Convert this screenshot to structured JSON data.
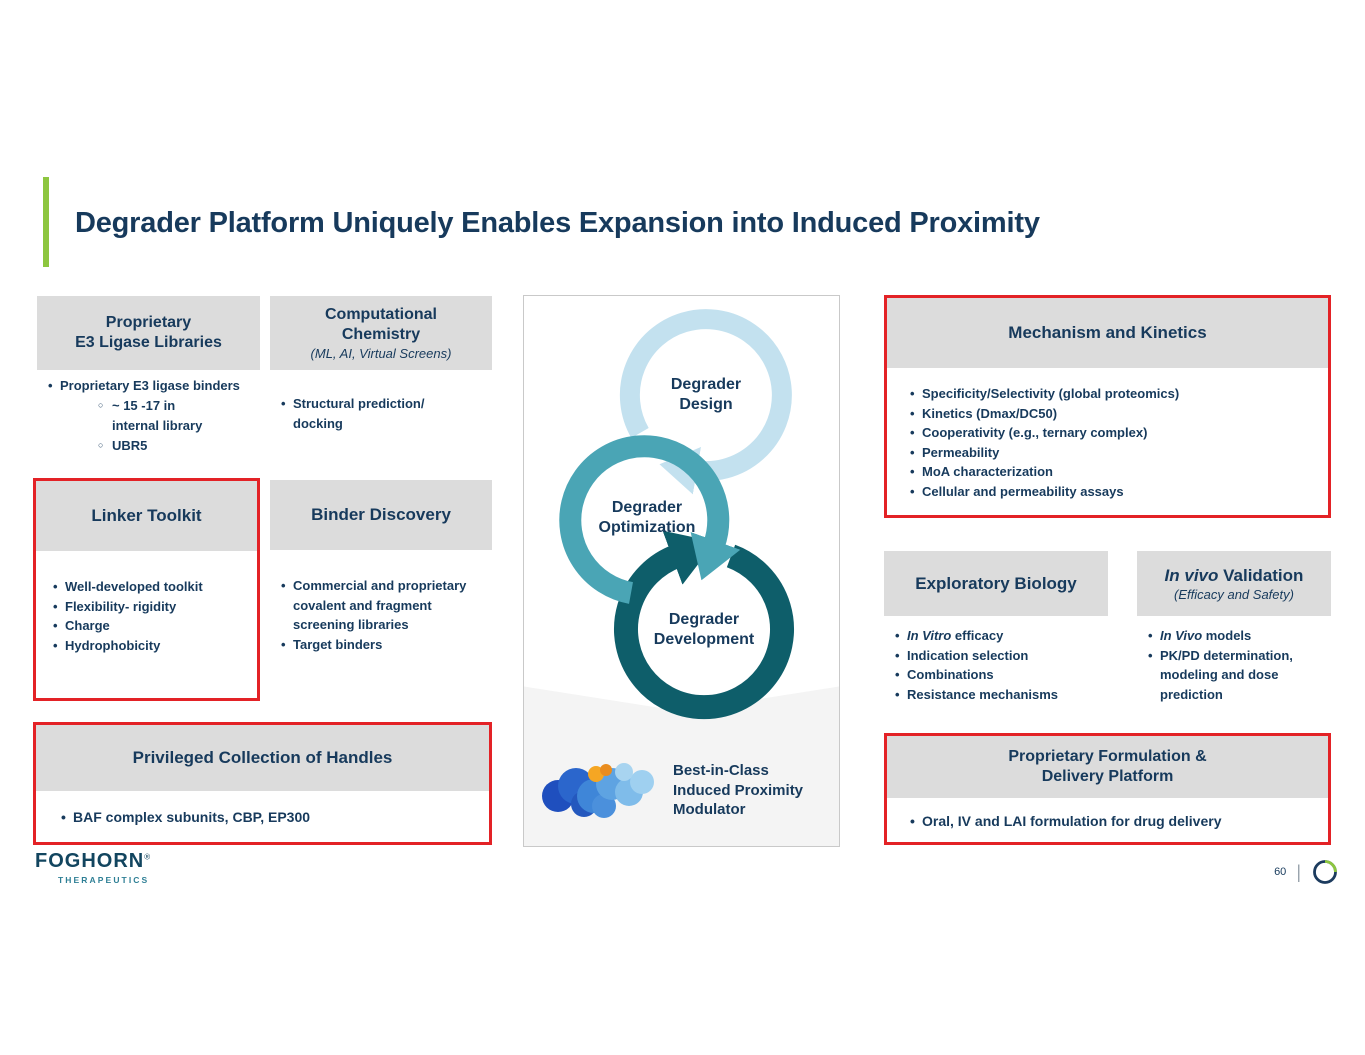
{
  "title": "Degrader Platform Uniquely Enables Expansion into Induced Proximity",
  "left_column": {
    "e3_libraries": {
      "header": "Proprietary\nE3 Ligase Libraries",
      "bullet": "Proprietary E3 ligase binders",
      "sub_bullets": [
        "~ 15 -17 in internal library",
        "UBR5"
      ]
    },
    "computational_chemistry": {
      "header": "Computational\nChemistry",
      "subheader": "(ML, AI, Virtual Screens)",
      "bullet": "Structural prediction/ docking"
    },
    "linker_toolkit": {
      "header": "Linker Toolkit",
      "bullets": [
        "Well-developed toolkit",
        "Flexibility- rigidity",
        "Charge",
        "Hydrophobicity"
      ]
    },
    "binder_discovery": {
      "header": "Binder Discovery",
      "bullets": [
        "Commercial and proprietary covalent and fragment screening libraries",
        "Target binders"
      ]
    },
    "privileged_handles": {
      "header": "Privileged Collection of Handles",
      "bullet": "BAF complex subunits, CBP, EP300"
    }
  },
  "center": {
    "steps": {
      "design": "Degrader\nDesign",
      "optimization": "Degrader\nOptimization",
      "development": "Degrader\nDevelopment"
    },
    "caption": "Best-in-Class\nInduced Proximity\nModulator"
  },
  "right_column": {
    "mechanism_kinetics": {
      "header": "Mechanism and Kinetics",
      "bullets": [
        "Specificity/Selectivity (global proteomics)",
        "Kinetics (Dmax/DC50)",
        "Cooperativity (e.g., ternary complex)",
        "Permeability",
        "MoA characterization",
        "Cellular and permeability assays"
      ]
    },
    "exploratory_biology": {
      "header": "Exploratory Biology",
      "bullets": [
        {
          "italic": "In Vitro",
          "text": " efficacy"
        },
        {
          "italic": "",
          "text": "Indication selection"
        },
        {
          "italic": "",
          "text": "Combinations"
        },
        {
          "italic": "",
          "text": "Resistance mechanisms"
        }
      ]
    },
    "in_vivo_validation": {
      "header_italic": "In vivo",
      "header_rest": " Validation",
      "subheader": "(Efficacy and Safety)",
      "bullets": [
        {
          "italic": "In Vivo",
          "text": " models"
        },
        {
          "italic": "",
          "text": "PK/PD determination, modeling and dose prediction"
        }
      ]
    },
    "formulation_delivery": {
      "header": "Proprietary Formulation &\nDelivery Platform",
      "bullet": "Oral, IV and LAI formulation for drug delivery"
    }
  },
  "footer": {
    "logo_name": "FOGHORN",
    "logo_reg": "®",
    "logo_tagline": "THERAPEUTICS",
    "page_number": "60",
    "divider": "|"
  },
  "colors": {
    "navy_text": "#173A5C",
    "accent_green": "#8DC63F",
    "header_gray": "#DCDCDC",
    "highlight_red": "#E32226",
    "cycle_light_blue": "#C3E1EF",
    "cycle_teal": "#4AA5B5",
    "cycle_dark_teal": "#0E5E6A"
  }
}
